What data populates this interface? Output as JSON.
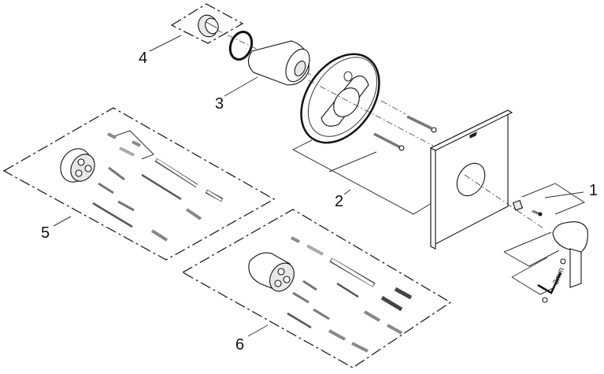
{
  "diagram": {
    "type": "exploded-parts-view",
    "title": "",
    "callouts": [
      {
        "number": "1",
        "part": "handle-set"
      },
      {
        "number": "2",
        "part": "escutcheon-rosette-with-screws"
      },
      {
        "number": "3",
        "part": "extension-sleeve"
      },
      {
        "number": "4",
        "part": "cartridge-cap-with-o-ring"
      },
      {
        "number": "5",
        "part": "extension-kit-a"
      },
      {
        "number": "6",
        "part": "extension-kit-b"
      }
    ],
    "annotations": {
      "hex_key_size": "3mm"
    },
    "colors": {
      "line": "#111111",
      "background": "#ffffff"
    }
  }
}
